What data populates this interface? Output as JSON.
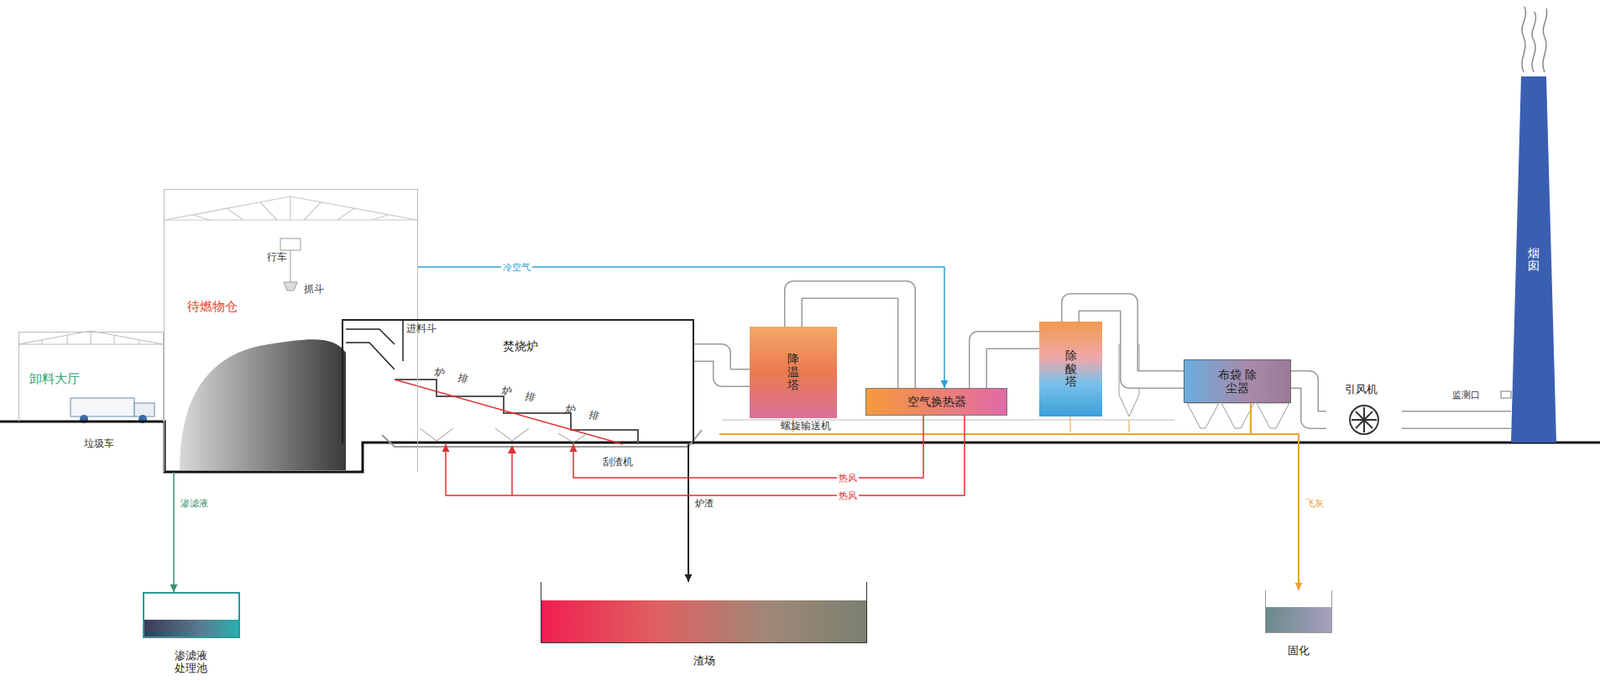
{
  "diagram": {
    "nodes": [
      {
        "text": [
          "卸料大厅"
        ]
      },
      {
        "text": [
          "待燃物仓"
        ]
      },
      {
        "text": [
          "焚烧炉"
        ]
      },
      {
        "text": [
          "降温塔"
        ]
      },
      {
        "text": [
          "空气换热器"
        ]
      },
      {
        "text": [
          "除酸塔"
        ]
      },
      {
        "text": [
          "布袋 除尘器"
        ]
      },
      {
        "text": [
          "引风机"
        ]
      },
      {
        "text": [
          "烟囱"
        ]
      },
      {
        "text": [
          "渗滤液 处理池"
        ]
      },
      {
        "text": [
          "渣场"
        ]
      },
      {
        "text": [
          "固化"
        ]
      }
    ],
    "edges": [
      {
        "from": 1,
        "to": 9,
        "arrow": "to",
        "label": "渗滤液"
      },
      {
        "from": 2,
        "to": 10,
        "arrow": "to",
        "label": "炉渣"
      },
      {
        "from": 2,
        "to": 3,
        "arrow": "none"
      },
      {
        "from": 3,
        "to": 4,
        "arrow": "none"
      },
      {
        "from": 4,
        "to": 5,
        "arrow": "none"
      },
      {
        "from": 5,
        "to": 6,
        "arrow": "none"
      },
      {
        "from": 6,
        "to": 7,
        "arrow": "none"
      },
      {
        "from": 7,
        "to": 8,
        "arrow": "none"
      },
      {
        "from": 1,
        "to": 4,
        "arrow": "to",
        "label": "冷空气"
      },
      {
        "from": 4,
        "to": 2,
        "arrow": "to",
        "label": "热风"
      },
      {
        "from": 4,
        "to": 2,
        "arrow": "to",
        "label": "热风"
      },
      {
        "from": 6,
        "to": 11,
        "arrow": "to",
        "label": "飞灰"
      }
    ],
    "labels": [
      "垃圾车",
      "行车",
      "抓斗",
      "进料斗",
      "炉排",
      "炉排",
      "炉排",
      "刮渣机",
      "螺旋输送机",
      "监测口"
    ]
  }
}
